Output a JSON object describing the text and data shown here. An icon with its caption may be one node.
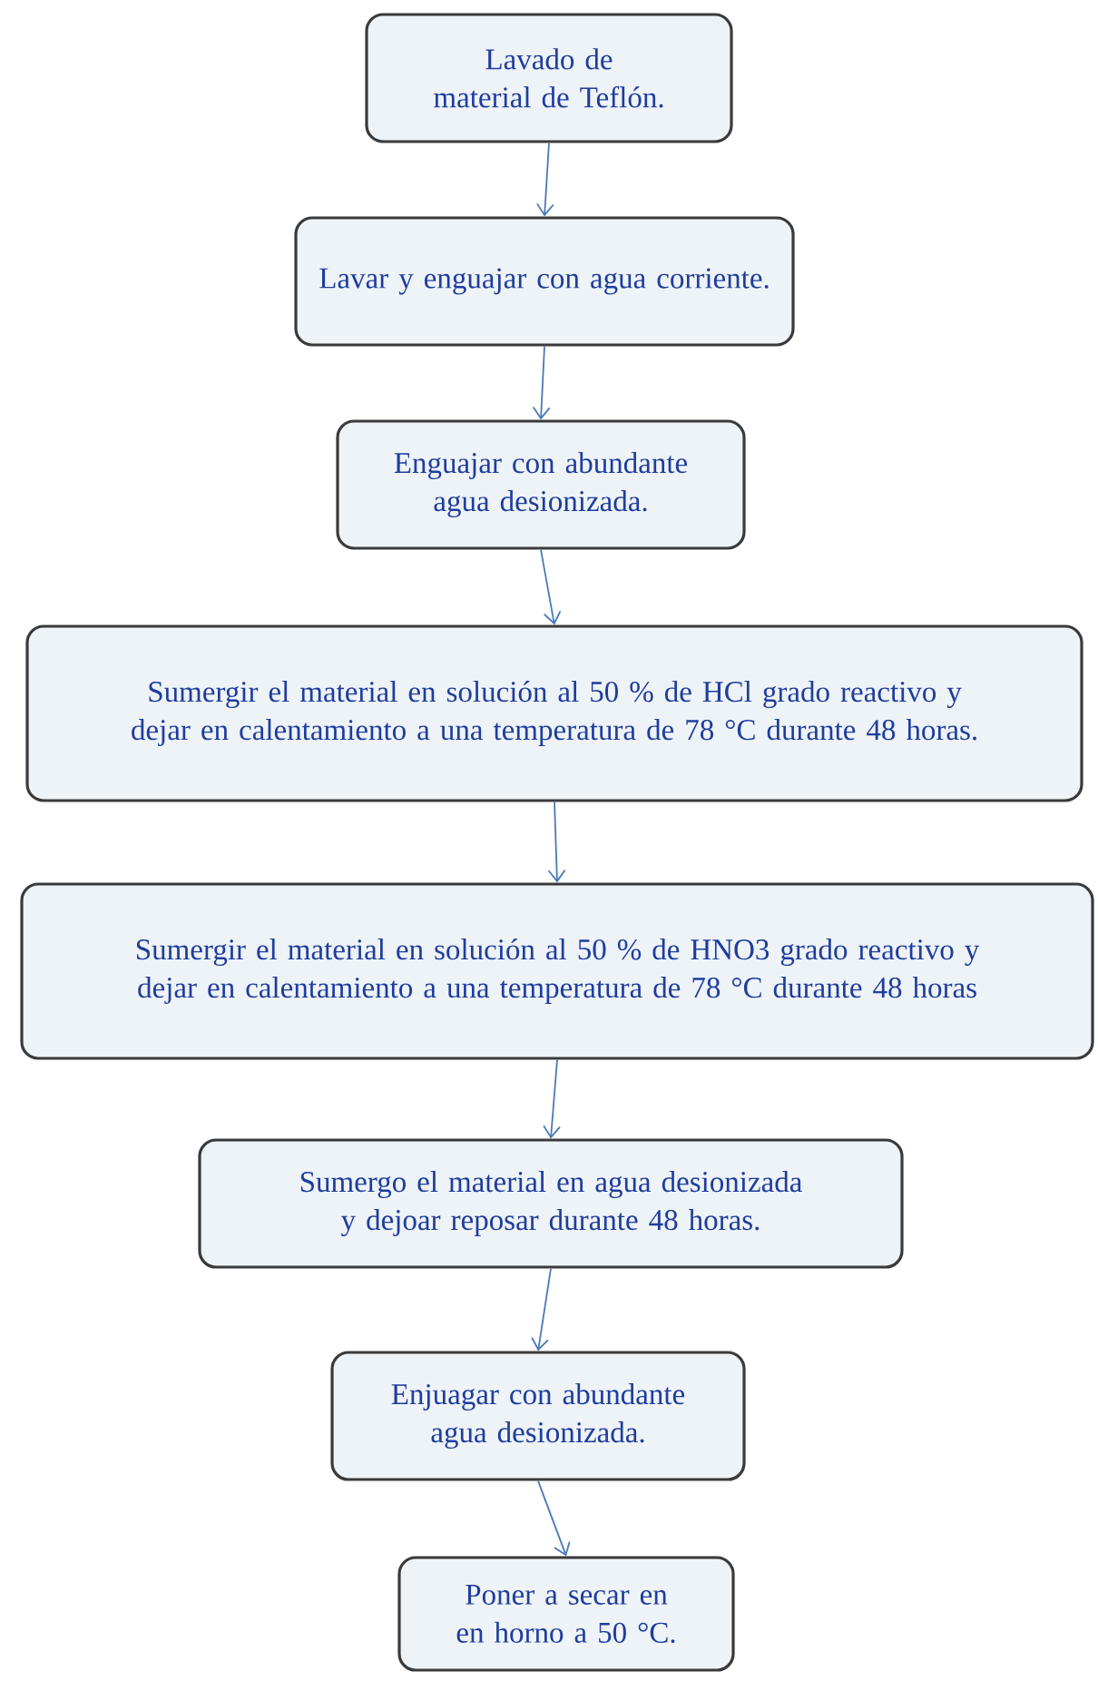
{
  "diagram": {
    "nodes": [
      {
        "text": [
          "Lavado de material de Teflón."
        ]
      },
      {
        "text": [
          "Lavar y enguajar con agua corriente."
        ]
      },
      {
        "text": [
          "Enguajar con abundante agua desionizada."
        ]
      },
      {
        "text": [
          "Sumergir el material en solución al 50 % de HCl grado reactivo y dejar en calentamiento a una temperatura de 78 °C durante 48 horas."
        ]
      },
      {
        "text": [
          "Sumergir el material en solución al 50 % de HNO3 grado reactivo y dejar en calentamiento a una temperatura de 78 °C durante 48 horas"
        ]
      },
      {
        "text": [
          "Sumergo el material en agua desionizada y dejoar reposar durante 48 horas."
        ]
      },
      {
        "text": [
          "Enjuagar con abundante agua desionizada."
        ]
      },
      {
        "text": [
          "Poner a secar en en horno a 50 °C."
        ]
      }
    ],
    "edges": [
      {
        "from": 0,
        "to": 1,
        "arrow": "to"
      },
      {
        "from": 1,
        "to": 2,
        "arrow": "to"
      },
      {
        "from": 2,
        "to": 3,
        "arrow": "to"
      },
      {
        "from": 3,
        "to": 4,
        "arrow": "to"
      },
      {
        "from": 4,
        "to": 5,
        "arrow": "to"
      },
      {
        "from": 5,
        "to": 6,
        "arrow": "to"
      },
      {
        "from": 6,
        "to": 7,
        "arrow": "to"
      }
    ]
  }
}
